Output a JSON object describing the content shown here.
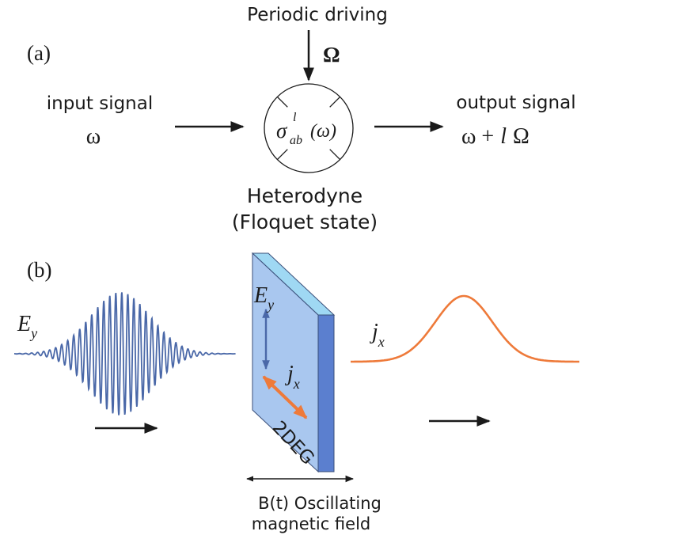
{
  "panel_a": {
    "label": "(a)",
    "driving": {
      "label": "Periodic driving",
      "symbol": "Ω"
    },
    "input": {
      "label": "input signal",
      "symbol": "ω"
    },
    "output": {
      "label": "output signal",
      "symbol_part1": "ω +",
      "symbol_l": "l",
      "symbol_part2": "Ω"
    },
    "element": {
      "sigma": "σ",
      "superscript": "l",
      "subscript": "ab",
      "argument": "(ω)",
      "caption_line1": "Heterodyne",
      "caption_line2": "(Floquet state)"
    }
  },
  "panel_b": {
    "label": "(b)",
    "incident": {
      "field": "E",
      "field_sub": "y",
      "color": "#4a68a8"
    },
    "slab": {
      "label": "2DEG",
      "front_color": "#a9c7ef",
      "side_color": "#5b7fcf",
      "top_color": "#9fd8f3",
      "field": "E",
      "field_sub": "y",
      "current": "j",
      "current_sub": "x",
      "field_arrow_color": "#4a68a8",
      "current_arrow_color": "#ee7a3a"
    },
    "outgoing": {
      "current": "j",
      "current_sub": "x",
      "color": "#ee7a3a"
    },
    "magnetic": {
      "line1": "B(t) Oscillating",
      "line2": "magnetic field"
    }
  }
}
